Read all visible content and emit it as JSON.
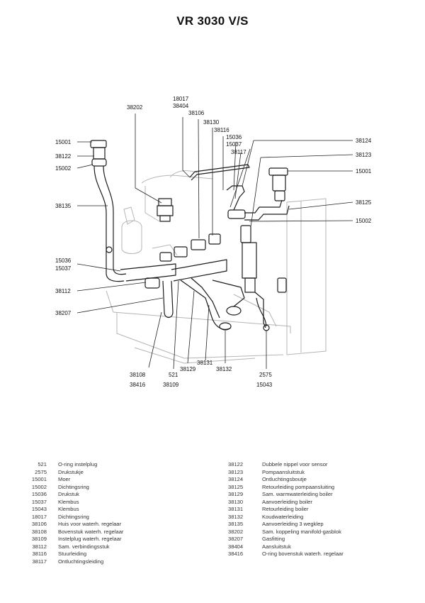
{
  "title": "VR 3030 V/S",
  "callouts": {
    "c18017": "18017",
    "c38404": "38404",
    "c38202": "38202",
    "c38106": "38106",
    "c38130": "38130",
    "c38116": "38116",
    "c15036_top": "15036",
    "c15037_top": "15037",
    "c38117": "38117",
    "c38124": "38124",
    "c38123": "38123",
    "c15001_right": "15001",
    "c38125": "38125",
    "c15002_right": "15002",
    "c15001_left": "15001",
    "c38122": "38122",
    "c15002_left": "15002",
    "c38135": "38135",
    "c15036_left": "15036",
    "c15037_left": "15037",
    "c38112": "38112",
    "c38207": "38207",
    "c38108": "38108",
    "c38416": "38416",
    "c521": "521",
    "c38109": "38109",
    "c38129": "38129",
    "c38131": "38131",
    "c38132": "38132",
    "c2575": "2575",
    "c15043": "15043"
  },
  "parts_left": [
    {
      "num": "521",
      "desc": "O-ring instelplug"
    },
    {
      "num": "2575",
      "desc": "Drukstukje"
    },
    {
      "num": "15001",
      "desc": "Moer"
    },
    {
      "num": "15002",
      "desc": "Dichtingsring"
    },
    {
      "num": "15036",
      "desc": "Drukstuk"
    },
    {
      "num": "15037",
      "desc": "Klembus"
    },
    {
      "num": "15043",
      "desc": "Klembus"
    },
    {
      "num": "18017",
      "desc": "Dichtingsring"
    },
    {
      "num": "38106",
      "desc": "Huis voor waterh. regelaar"
    },
    {
      "num": "38108",
      "desc": "Bovenstuk waterh. regelaar"
    },
    {
      "num": "38109",
      "desc": "Instelplug waterh. regelaar"
    },
    {
      "num": "38112",
      "desc": "Sam. verbindingsstuk"
    },
    {
      "num": "38116",
      "desc": "Stuurleiding"
    },
    {
      "num": "38117",
      "desc": "Ontluchtingsleiding"
    }
  ],
  "parts_right": [
    {
      "num": "38122",
      "desc": "Dubbele nippel voor sensor"
    },
    {
      "num": "38123",
      "desc": "Pompaansluitstuk"
    },
    {
      "num": "38124",
      "desc": "Ontluchtingsboutje"
    },
    {
      "num": "38125",
      "desc": "Retourleiding pompaansluiting"
    },
    {
      "num": "38129",
      "desc": "Sam. warmwaterleiding boiler"
    },
    {
      "num": "38130",
      "desc": "Aanvoerleiding boiler"
    },
    {
      "num": "38131",
      "desc": "Retourleiding boiler"
    },
    {
      "num": "38132",
      "desc": "Koudwaterleiding"
    },
    {
      "num": "38135",
      "desc": "Aanvoerleiding 3 wegklep"
    },
    {
      "num": "38202",
      "desc": "Sam. koppeling manifold-gasblok"
    },
    {
      "num": "38207",
      "desc": "Gasfitting"
    },
    {
      "num": "38404",
      "desc": "Aansluitstuk"
    },
    {
      "num": "38416",
      "desc": "O-ring bovenstuk waterh. regelaar"
    }
  ]
}
